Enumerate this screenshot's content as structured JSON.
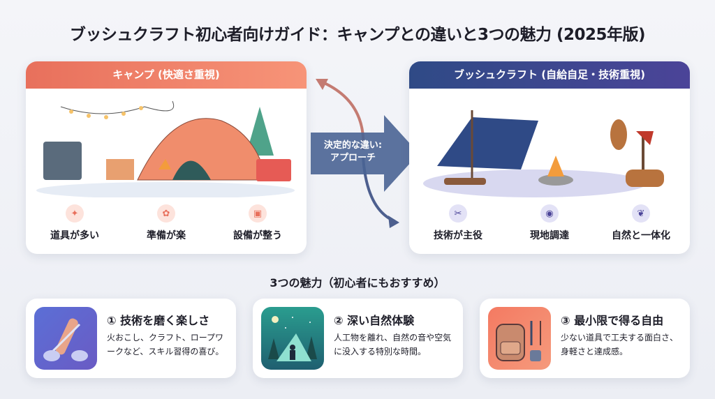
{
  "title": "ブッシュクラフト初心者向けガイド：キャンプとの違いと3つの魅力 (2025年版)",
  "camp": {
    "header": "キャンプ (快適さ重視)",
    "features": [
      {
        "icon": "lantern-icon",
        "label": "道具が多い"
      },
      {
        "icon": "tools-icon",
        "label": "準備が楽"
      },
      {
        "icon": "facility-icon",
        "label": "設備が整う"
      }
    ]
  },
  "bushcraft": {
    "header": "ブッシュクラフト (自給自足・技術重視)",
    "features": [
      {
        "icon": "knife-icon",
        "label": "技術が主役"
      },
      {
        "icon": "location-icon",
        "label": "現地調達"
      },
      {
        "icon": "leaf-icon",
        "label": "自然と一体化"
      }
    ]
  },
  "middle": {
    "label_line1": "決定的な違い:",
    "label_line2": "アプローチ"
  },
  "section_title": "3つの魅力（初心者にもおすすめ）",
  "appeals": [
    {
      "title": "① 技術を磨く楽しさ",
      "text": "火おこし、クラフト、ロープワークなど、スキル習得の喜び。",
      "colors": [
        "#5b6fd6",
        "#6a5bc4"
      ]
    },
    {
      "title": "② 深い自然体験",
      "text": "人工物を離れ、自然の音や空気に没入する特別な時間。",
      "colors": [
        "#2a9d8f",
        "#1f5f70"
      ]
    },
    {
      "title": "③ 最小限で得る自由",
      "text": "少ない道具で工夫する面白さ、身軽さと達成感。",
      "colors": [
        "#f47a62",
        "#f59a7c"
      ]
    }
  ]
}
